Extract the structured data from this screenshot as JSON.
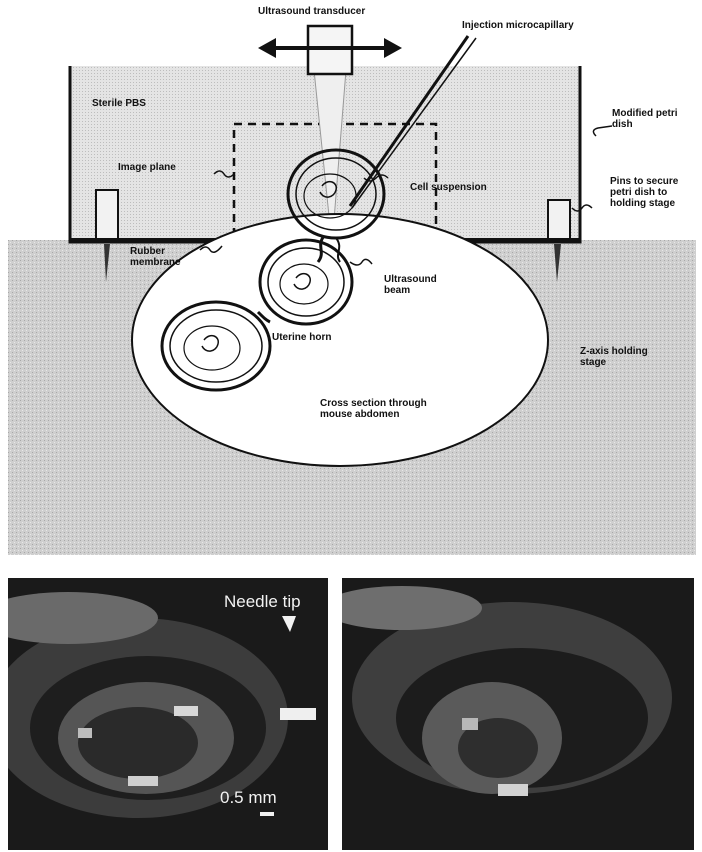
{
  "labels": {
    "transducer": "Ultrasound transducer",
    "capillary": "Injection microcapillary",
    "sterile_pbs": "Sterile PBS",
    "petri_dish": "Modified petri dish",
    "image_plane": "Image plane",
    "cell_suspension": "Cell suspension",
    "pins": "Pins to secure petri dish to holding stage",
    "rubber_membrane": "Rubber membrane",
    "ultrasound_beam": "Ultrasound beam",
    "uterine_horn": "Uterine horn",
    "holding_stage": "Z-axis holding stage",
    "cross_section": "Cross section through mouse abdomen"
  },
  "micrograph_left": {
    "needle_tip": "Needle tip",
    "scale_bar": "0.5 mm"
  },
  "colors": {
    "stage_fill": "#d2d2d2",
    "ultrasound_background": "#181818"
  }
}
